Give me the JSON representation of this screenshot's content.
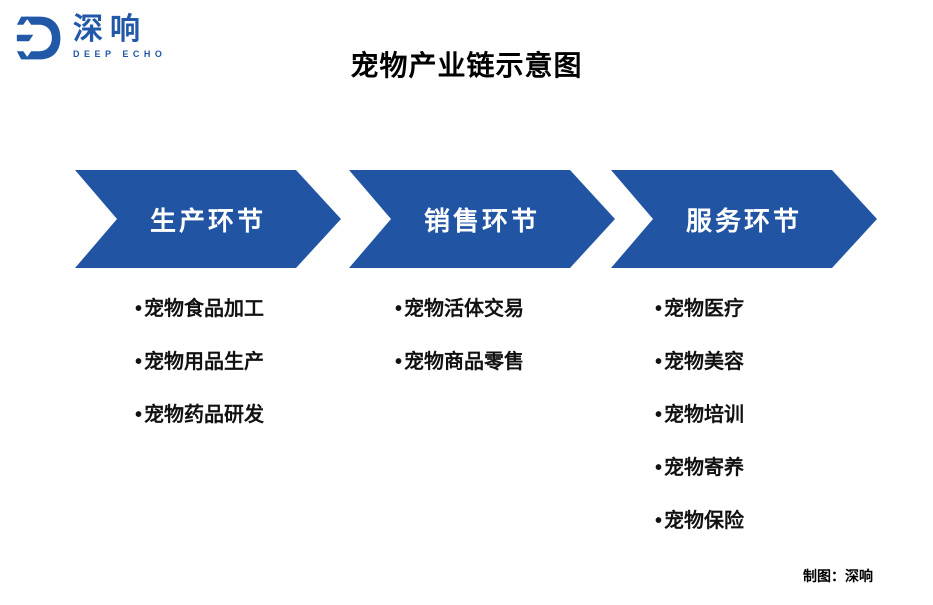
{
  "logo": {
    "name": "深响",
    "subtitle": "DEEP ECHO"
  },
  "title": "宠物产业链示意图",
  "columns": [
    {
      "header": "生产环节",
      "items": [
        "宠物食品加工",
        "宠物用品生产",
        "宠物药品研发"
      ]
    },
    {
      "header": "销售环节",
      "items": [
        "宠物活体交易",
        "宠物商品零售"
      ]
    },
    {
      "header": "服务环节",
      "items": [
        "宠物医疗",
        "宠物美容",
        "宠物培训",
        "宠物寄养",
        "宠物保险"
      ]
    }
  ],
  "footer": "制图：深响",
  "colors": {
    "arrow": "#2155A4",
    "logo": "#2258A8",
    "text": "#111111"
  }
}
